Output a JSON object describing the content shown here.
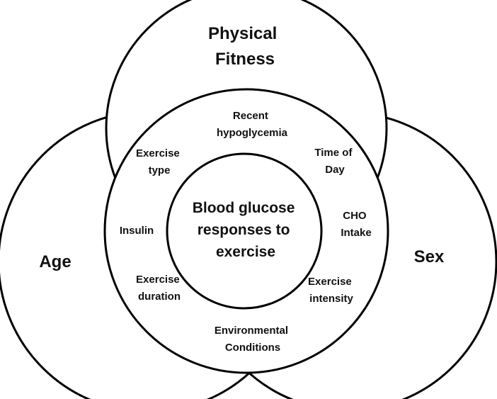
{
  "outer_circles": {
    "top": {
      "lines": [
        "Physical",
        "Fitness"
      ]
    },
    "left": {
      "lines": [
        "Age"
      ]
    },
    "right": {
      "lines": [
        "Sex"
      ]
    }
  },
  "factors": [
    {
      "key": "recent-hypoglycemia",
      "lines": [
        "Recent",
        "hypoglycemia"
      ]
    },
    {
      "key": "time-of-day",
      "lines": [
        "Time of",
        "Day"
      ]
    },
    {
      "key": "cho-intake",
      "lines": [
        "CHO",
        "Intake"
      ]
    },
    {
      "key": "exercise-intensity",
      "lines": [
        "Exercise",
        "intensity"
      ]
    },
    {
      "key": "environmental-conditions",
      "lines": [
        "Environmental",
        "Conditions"
      ]
    },
    {
      "key": "exercise-duration",
      "lines": [
        "Exercise",
        "duration"
      ]
    },
    {
      "key": "insulin",
      "lines": [
        "Insulin"
      ]
    },
    {
      "key": "exercise-type",
      "lines": [
        "Exercise",
        "type"
      ]
    }
  ],
  "core": {
    "lines": [
      "Blood glucose",
      "responses to",
      "exercise"
    ]
  }
}
